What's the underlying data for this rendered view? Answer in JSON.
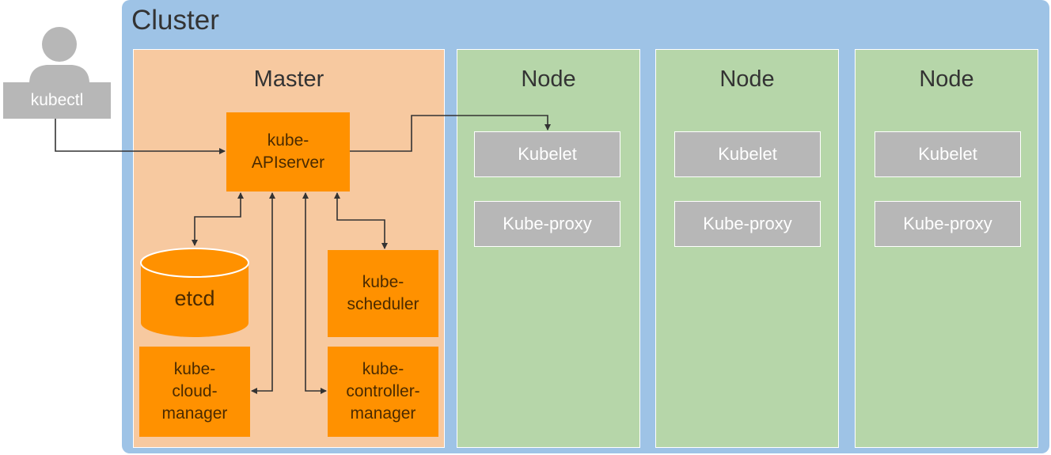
{
  "cluster": {
    "title": "Cluster"
  },
  "user": {
    "label": "kubectl"
  },
  "master": {
    "title": "Master",
    "apiserver": [
      "kube-",
      "APIserver"
    ],
    "etcd": "etcd",
    "scheduler": [
      "kube-",
      "scheduler"
    ],
    "cloud_manager": [
      "kube-",
      "cloud-",
      "manager"
    ],
    "controller_manager": [
      "kube-",
      "controller-",
      "manager"
    ]
  },
  "nodes": [
    {
      "title": "Node",
      "kubelet": "Kubelet",
      "proxy": "Kube-proxy"
    },
    {
      "title": "Node",
      "kubelet": "Kubelet",
      "proxy": "Kube-proxy"
    },
    {
      "title": "Node",
      "kubelet": "Kubelet",
      "proxy": "Kube-proxy"
    }
  ],
  "colors": {
    "cluster_bg": "#9ec3e6",
    "master_bg": "#f7c9a0",
    "node_bg": "#b6d6a9",
    "component": "#ff9100",
    "node_component": "#b7b7b7",
    "user_icon": "#b7b7b7",
    "connector": "#333333"
  }
}
